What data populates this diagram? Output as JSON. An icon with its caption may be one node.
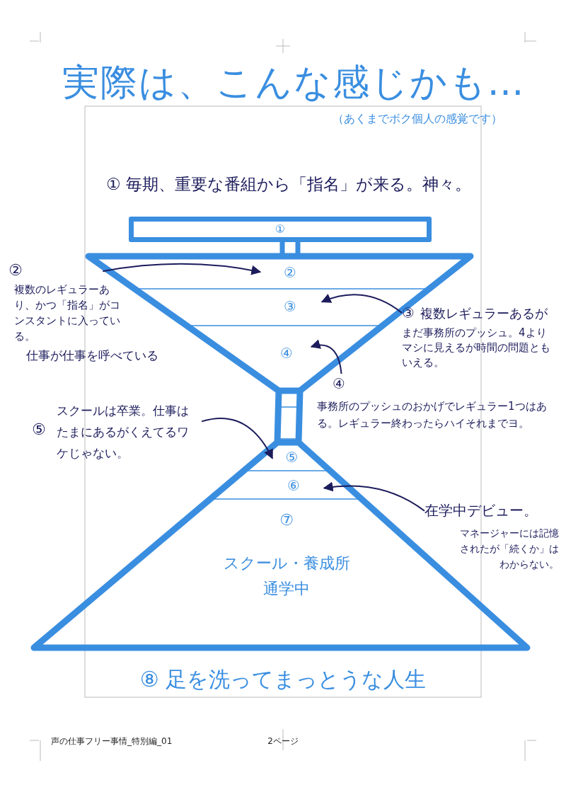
{
  "diagram": {
    "title": "実際は、こんな感じかも…",
    "nodes": [
      {
        "text": [
          "①"
        ]
      },
      {
        "text": [
          "②",
          "複数のレギュラーあり、かつ「指名」がコンスタントに入っている。",
          "仕事が仕事を呼べている"
        ]
      },
      {
        "text": [
          "②"
        ]
      },
      {
        "text": [
          "③"
        ]
      },
      {
        "text": [
          "③",
          "複数レギュラーあるが",
          "まだ事務所のプッシュ。4よりマシに見えるが時間の問題ともいえる。"
        ]
      },
      {
        "text": [
          "④"
        ]
      },
      {
        "text": [
          "④",
          "事務所のプッシュのおかげでレギュラー1つはある。レギュラー終わったらハイそれまでヨ。"
        ]
      },
      {
        "text": [
          "⑤",
          "スクールは卒業。仕事はたまにあるがくえてるワケじゃない。"
        ]
      },
      {
        "text": [
          "⑤"
        ]
      },
      {
        "text": [
          "⑥"
        ]
      },
      {
        "text": [
          "在学中デビュー。",
          "マネージャーには記憶されたが「続くか」はわからない。"
        ]
      },
      {
        "text": [
          "⑦",
          "スクール・養成所通学中"
        ]
      }
    ],
    "edges": [
      {
        "from": 1,
        "to": 2,
        "arrow": "to"
      },
      {
        "from": 4,
        "to": 3,
        "arrow": "to"
      },
      {
        "from": 6,
        "to": 5,
        "arrow": "to"
      },
      {
        "from": 7,
        "to": 8,
        "arrow": "to"
      },
      {
        "from": 10,
        "to": 9,
        "arrow": "to"
      }
    ],
    "labels": [
      "（あくまでボク個人の感覚です）",
      "① 毎期、重要な番組から「指名」が来る。神々。",
      "⑧ 足を洗ってまっとうな人生",
      "声の仕事フリー事情_特別編_01",
      "2ページ"
    ]
  }
}
